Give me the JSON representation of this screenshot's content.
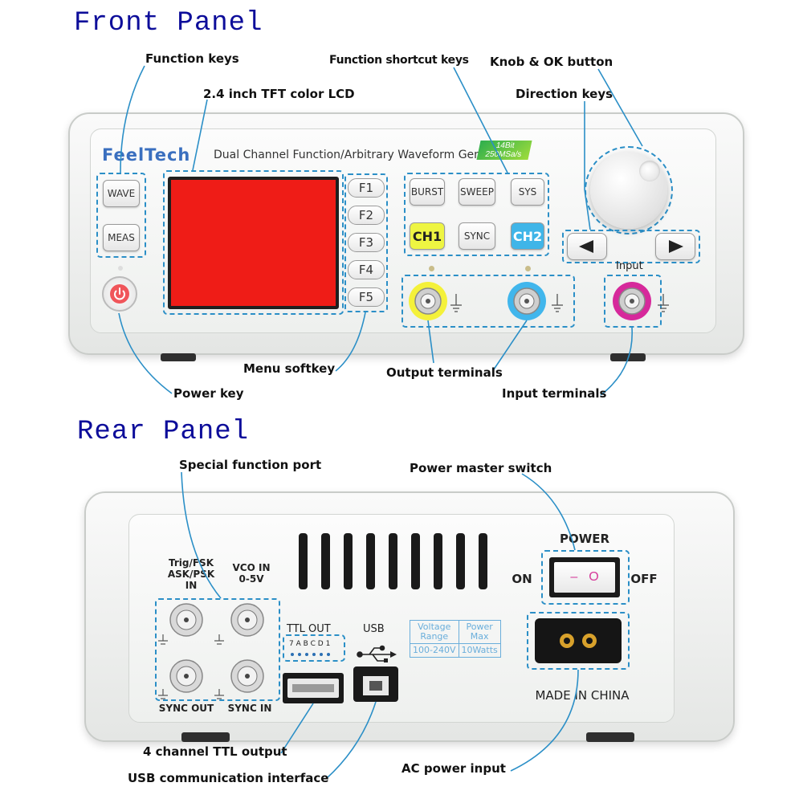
{
  "front": {
    "title": "Front Panel",
    "callouts": {
      "function_keys": "Function keys",
      "lcd": "2.4 inch TFT color LCD",
      "shortcut_keys": "Function shortcut keys",
      "knob_ok": "Knob & OK button",
      "direction_keys": "Direction keys",
      "menu_softkey": "Menu softkey",
      "power_key": "Power key",
      "output_terminals": "Output terminals",
      "input_terminals": "Input terminals"
    },
    "device": {
      "brand": "FeelTech",
      "model": "Dual Channel Function/Arbitrary Waveform Generator",
      "spec_line1": "14Bit",
      "spec_line2": "250MSa/s",
      "buttons": {
        "wave": "WAVE",
        "meas": "MEAS",
        "burst": "BURST",
        "sweep": "SWEEP",
        "sys": "SYS",
        "ch1": "CH1",
        "sync": "SYNC",
        "ch2": "CH2"
      },
      "fkeys": [
        "F1",
        "F2",
        "F3",
        "F4",
        "F5"
      ],
      "input_label": "Input"
    }
  },
  "rear": {
    "title": "Rear Panel",
    "callouts": {
      "special_port": "Special function port",
      "power_switch": "Power master switch",
      "ttl_output": "4 channel TTL output",
      "usb_interface": "USB communication interface",
      "ac_input": "AC power input"
    },
    "device": {
      "trig_label_1": "Trig/FSK",
      "trig_label_2": "ASK/PSK",
      "trig_label_3": "IN",
      "vco_label_1": "VCO IN",
      "vco_label_2": "0-5V",
      "sync_out": "SYNC OUT",
      "sync_in": "SYNC IN",
      "ttl_out": "TTL OUT",
      "ttl_pins": "7 A B C D 1",
      "usb": "USB",
      "power": "POWER",
      "on": "ON",
      "off": "OFF",
      "switch_off_mark": "–",
      "switch_on_mark": "O",
      "voltage_range_1": "Voltage",
      "voltage_range_2": "Range",
      "voltage_value": "100-240V",
      "power_max_1": "Power",
      "power_max_2": "Max",
      "power_value": "10Watts",
      "made_in": "MADE IN CHINA"
    }
  }
}
